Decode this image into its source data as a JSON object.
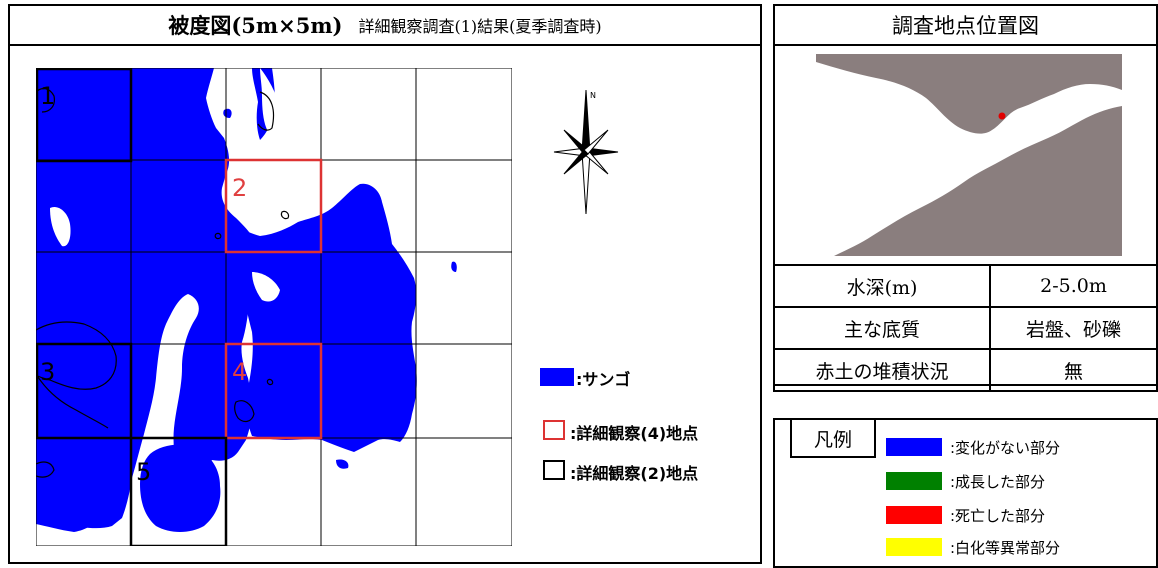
{
  "main": {
    "title_main": "被度図(5m×5m)",
    "title_sub": "詳細観察調査(1)結果(夏季調査時)",
    "map": {
      "cell_labels": [
        {
          "text": "1",
          "color": "#000000"
        },
        {
          "text": "2",
          "color": "#e04040"
        },
        {
          "text": "3",
          "color": "#000000"
        },
        {
          "text": "4",
          "color": "#e04040"
        },
        {
          "text": "5",
          "color": "#000000"
        }
      ],
      "compass_label": "N",
      "coral_color": "#0000ff",
      "detail4_color": "#dd3333",
      "detail2_color": "#000000"
    },
    "key": [
      {
        "label": ":サンゴ",
        "swatch": "coral"
      },
      {
        "label": ":詳細観察(4)地点",
        "swatch": "red-outline"
      },
      {
        "label": ":詳細観察(2)地点",
        "swatch": "black-outline"
      }
    ]
  },
  "location": {
    "title": "調査地点位置図",
    "rows": [
      {
        "label": "水深(m)",
        "value": "2-5.0m"
      },
      {
        "label": "主な底質",
        "value": "岩盤、砂礫"
      },
      {
        "label": "赤土の堆積状況",
        "value": "無"
      }
    ]
  },
  "legend": {
    "title": "凡例",
    "items": [
      {
        "label": ":変化がない部分",
        "color": "#0000ff"
      },
      {
        "label": ":成長した部分",
        "color": "#008000"
      },
      {
        "label": ":死亡した部分",
        "color": "#ff0000"
      },
      {
        "label": ":白化等異常部分",
        "color": "#ffff00"
      }
    ]
  }
}
